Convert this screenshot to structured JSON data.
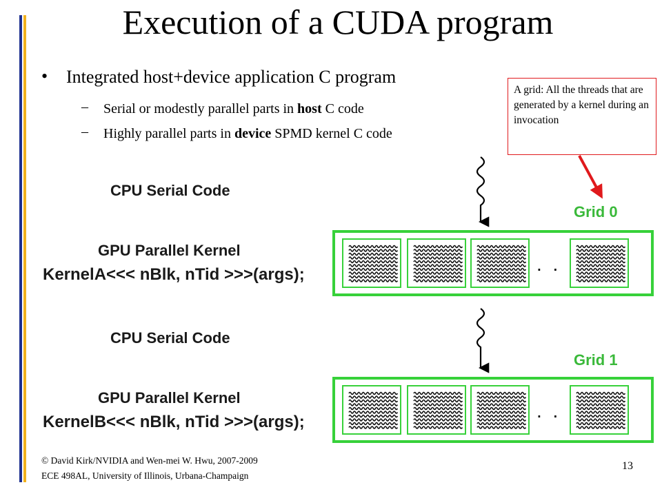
{
  "slide": {
    "title": "Execution of a CUDA program",
    "bullet_glyph": "•",
    "bullets": [
      {
        "text": "Integrated host+device application C program",
        "sub": [
          {
            "dash": "–",
            "before": "Serial or modestly parallel parts in ",
            "bold": "host",
            "after": " C code"
          },
          {
            "dash": "–",
            "before": "Highly parallel parts in ",
            "bold": "device",
            "after": " SPMD kernel C code"
          }
        ]
      }
    ]
  },
  "callout": {
    "text": "A grid:  All the threads that are generated by a kernel during an invocation",
    "border_color": "#e0191c"
  },
  "diagram": {
    "cpu_label_1": "CPU Serial Code",
    "gpu_label_1": "GPU Parallel Kernel",
    "kernel_call_1": "KernelA<<< nBlk, nTid >>>(args);",
    "grid_label_1": "Grid 0",
    "cpu_label_2": "CPU Serial Code",
    "gpu_label_2": "GPU Parallel Kernel",
    "kernel_call_2": "KernelB<<< nBlk, nTid >>>(args);",
    "grid_label_2": "Grid 1",
    "ellipsis": ". . .",
    "green": "#37d13a",
    "arrow_color": "#e0191c"
  },
  "footer": {
    "line1": "© David Kirk/NVIDIA and Wen-mei W. Hwu, 2007-2009",
    "line2": "ECE 498AL, University of Illinois, Urbana-Champaign",
    "page_number": "13"
  },
  "colors": {
    "left_bar_blue": "#1c2f8f",
    "left_bar_gold": "#f2b21d"
  }
}
